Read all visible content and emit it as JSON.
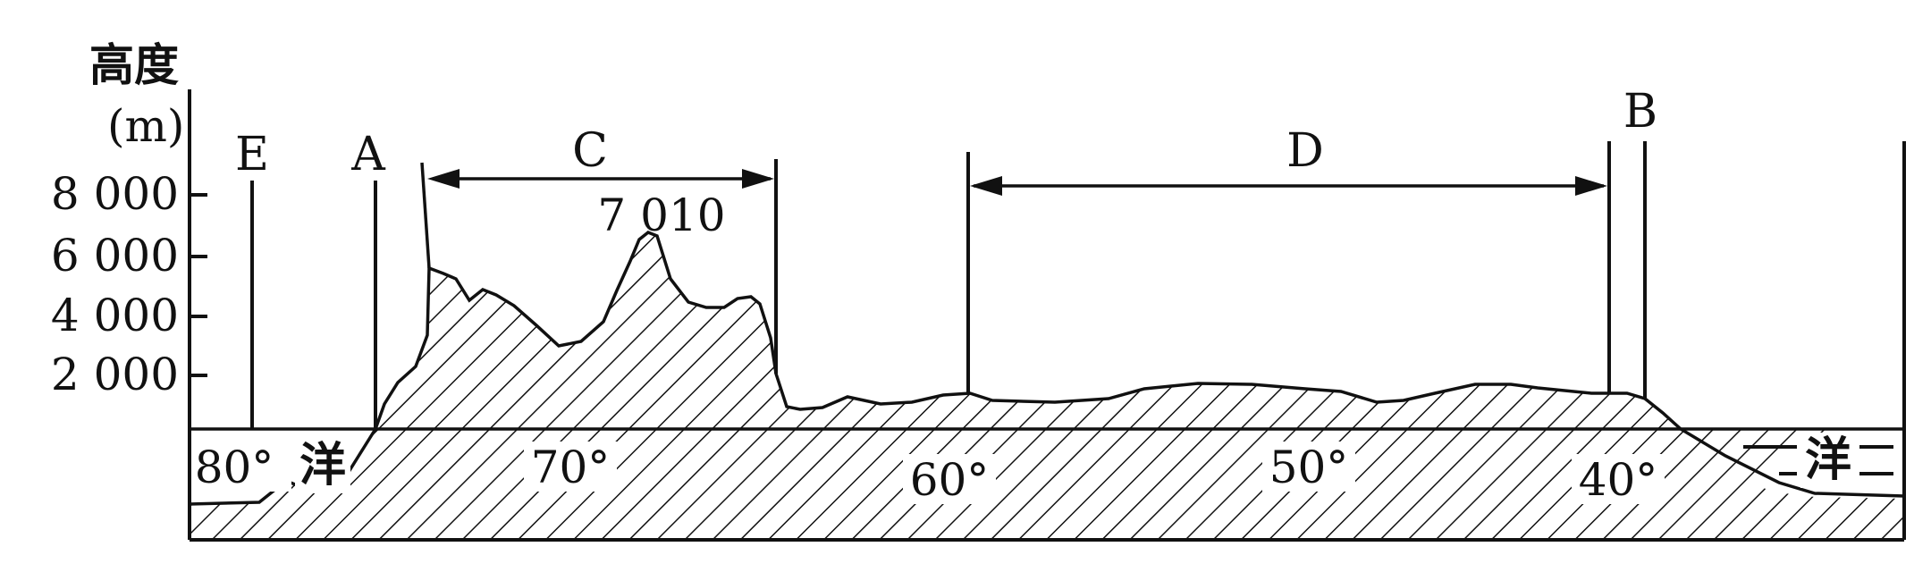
{
  "axis": {
    "title": "高度",
    "unit": "(m)",
    "ticks": [
      "8 000",
      "6 000",
      "4 000",
      "2 000"
    ]
  },
  "points": {
    "E": "E",
    "A": "A",
    "C": "C",
    "D": "D",
    "B": "B"
  },
  "peak_label": "7 010",
  "ocean_left": "洋",
  "ocean_right": "洋",
  "longitudes": [
    "80°",
    "70°",
    "60°",
    "50°",
    "40°"
  ],
  "colors": {
    "ink": "#111111",
    "background": "#ffffff"
  }
}
